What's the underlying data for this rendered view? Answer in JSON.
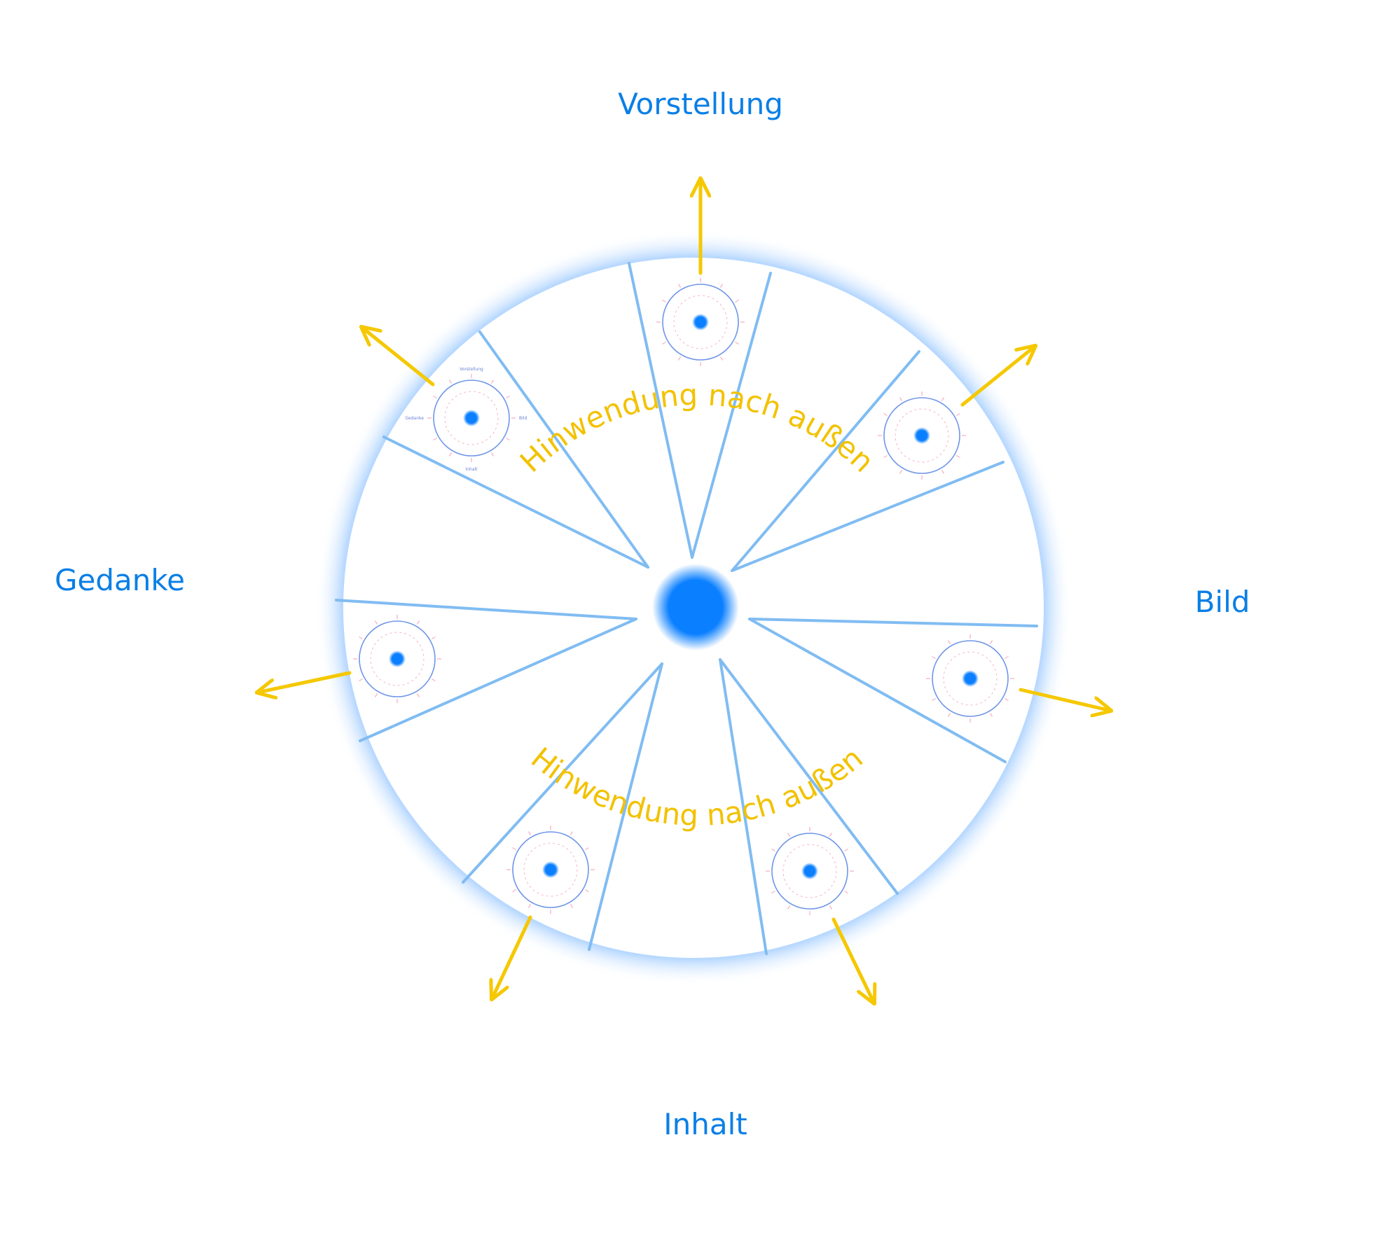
{
  "directions": {
    "top": "Vorstellung",
    "right": "Bild",
    "bottom": "Inhalt",
    "left": "Gedanke"
  },
  "arc_texts": {
    "upper": "Hinwendung nach außen",
    "lower": "Hinwendung nach außen"
  },
  "mini_labels": {
    "top": "Vorstellung",
    "right": "Bild",
    "bottom": "Inhalt",
    "left": "Gedanke"
  },
  "colors": {
    "blue": "#0a7fe6",
    "glow": "#7fb8ff",
    "spoke": "#80bcf2",
    "arrow": "#f5c800",
    "arc_text": "#f2c200"
  }
}
